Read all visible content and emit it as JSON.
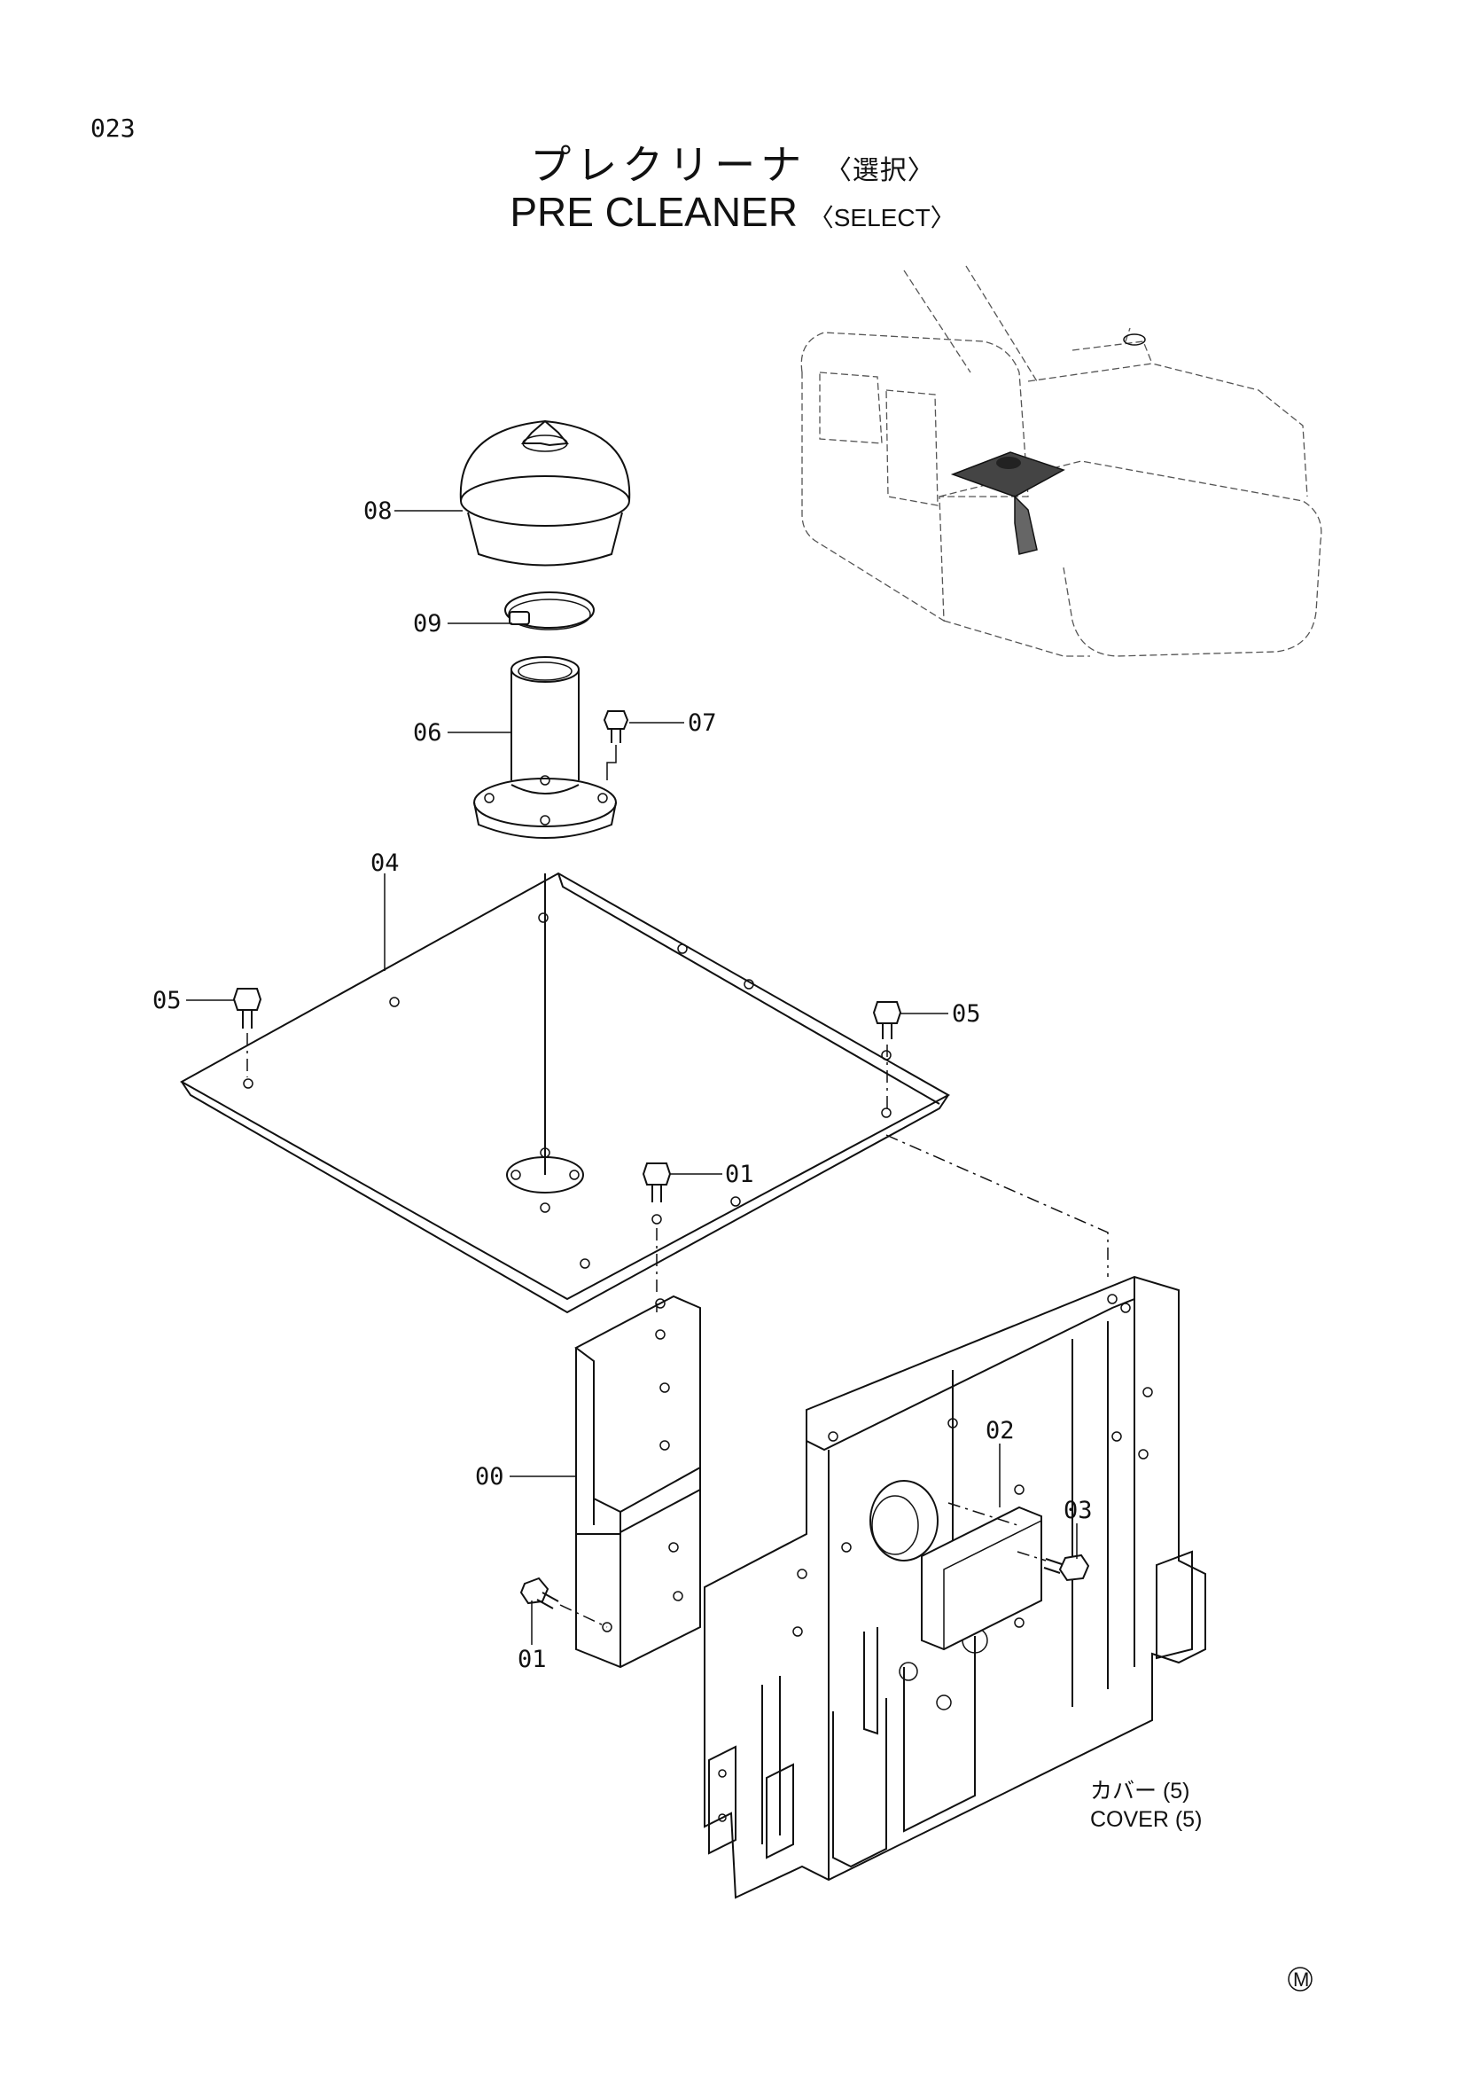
{
  "page": {
    "number": "023"
  },
  "title": {
    "jp_main": "プレクリーナ",
    "jp_select": "〈選択〉",
    "en_main": "PRE CLEANER",
    "en_select": "〈SELECT〉"
  },
  "callouts": {
    "c00": "00",
    "c01_top": "01",
    "c01_bottom": "01",
    "c02": "02",
    "c03": "03",
    "c04": "04",
    "c05_left": "05",
    "c05_right": "05",
    "c06": "06",
    "c07": "07",
    "c08": "08",
    "c09": "09"
  },
  "cover_note": {
    "jp": "カバー (5)",
    "en": "COVER (5)"
  },
  "footer_mark": "M"
}
